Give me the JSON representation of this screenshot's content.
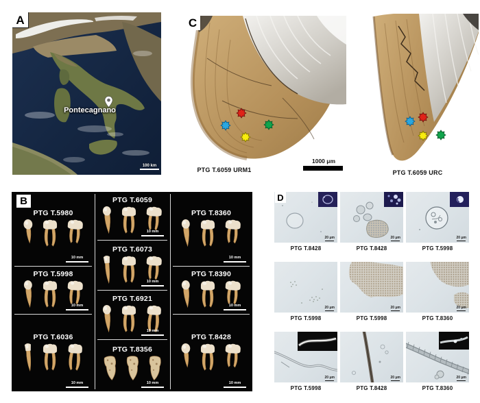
{
  "panels": {
    "A": {
      "label": "A",
      "place": "Pontecagnano",
      "scale_bar": "100 km",
      "map_icon": "location-pin-icon"
    },
    "B": {
      "label": "B",
      "scale_bar": "10 mm",
      "columns": [
        {
          "cells": [
            {
              "id": "PTG T.5980",
              "teeth": [
                "premolar",
                "molar",
                "molarW"
              ]
            },
            {
              "id": "PTG T.5998",
              "teeth": [
                "canine",
                "molar",
                "molarW"
              ]
            },
            {
              "id": "PTG T.6036",
              "teeth": [
                "incisor",
                "molar",
                "molar"
              ]
            }
          ]
        },
        {
          "cells": [
            {
              "id": "PTG T.6059",
              "teeth": [
                "canine",
                "molar",
                "molarW"
              ]
            },
            {
              "id": "PTG T.6073",
              "teeth": [
                "incisor",
                "molar",
                "molarW"
              ]
            },
            {
              "id": "PTG T.6921",
              "teeth": [
                "canine",
                "molar",
                "molar"
              ]
            },
            {
              "id": "PTG T.8356",
              "teeth": [
                "worn",
                "worn",
                "worn"
              ]
            }
          ]
        },
        {
          "cells": [
            {
              "id": "PTG T.8360",
              "teeth": [
                "canine",
                "molar",
                "molarW"
              ]
            },
            {
              "id": "PTG T.8390",
              "teeth": [
                "canine",
                "molar",
                "molarW"
              ]
            },
            {
              "id": "PTG T.8428",
              "teeth": [
                "premolar",
                "molar",
                "molarW"
              ]
            }
          ]
        }
      ]
    },
    "C": {
      "label": "C",
      "scale_bar": "1000 μm",
      "marker_colors": {
        "red": "#e02318",
        "blue": "#2aa7e0",
        "yellow": "#f8ec0e",
        "green": "#0fa54c"
      },
      "images": [
        {
          "label": "PTG T.6059 URM1",
          "markers": [
            "blue",
            "red",
            "yellow",
            "green"
          ]
        },
        {
          "label": "PTG T.6059 URC",
          "markers": [
            "blue",
            "red",
            "yellow",
            "green"
          ]
        }
      ]
    },
    "D": {
      "label": "D",
      "scale_bar": "20 μm",
      "cells": [
        {
          "label": "PTG T.8428",
          "content": "starch-ring",
          "inset": "navy-ring"
        },
        {
          "label": "PTG T.8428",
          "content": "starch-cluster",
          "inset": "navy-granules"
        },
        {
          "label": "PTG T.5998",
          "content": "starch-cell",
          "inset": "navy-granule"
        },
        {
          "label": "PTG T.5998",
          "content": "speckles",
          "inset": null
        },
        {
          "label": "PTG T.5998",
          "content": "mass-large",
          "inset": null
        },
        {
          "label": "PTG T.8360",
          "content": "mass-two",
          "inset": null
        },
        {
          "label": "PTG T.5998",
          "content": "fiber-curve",
          "inset": "dark-fiber-wide"
        },
        {
          "label": "PTG T.8428",
          "content": "fiber-thick",
          "inset": null
        },
        {
          "label": "PTG T.8360",
          "content": "fiber-ribbed",
          "inset": "dark-fiber"
        }
      ]
    }
  }
}
